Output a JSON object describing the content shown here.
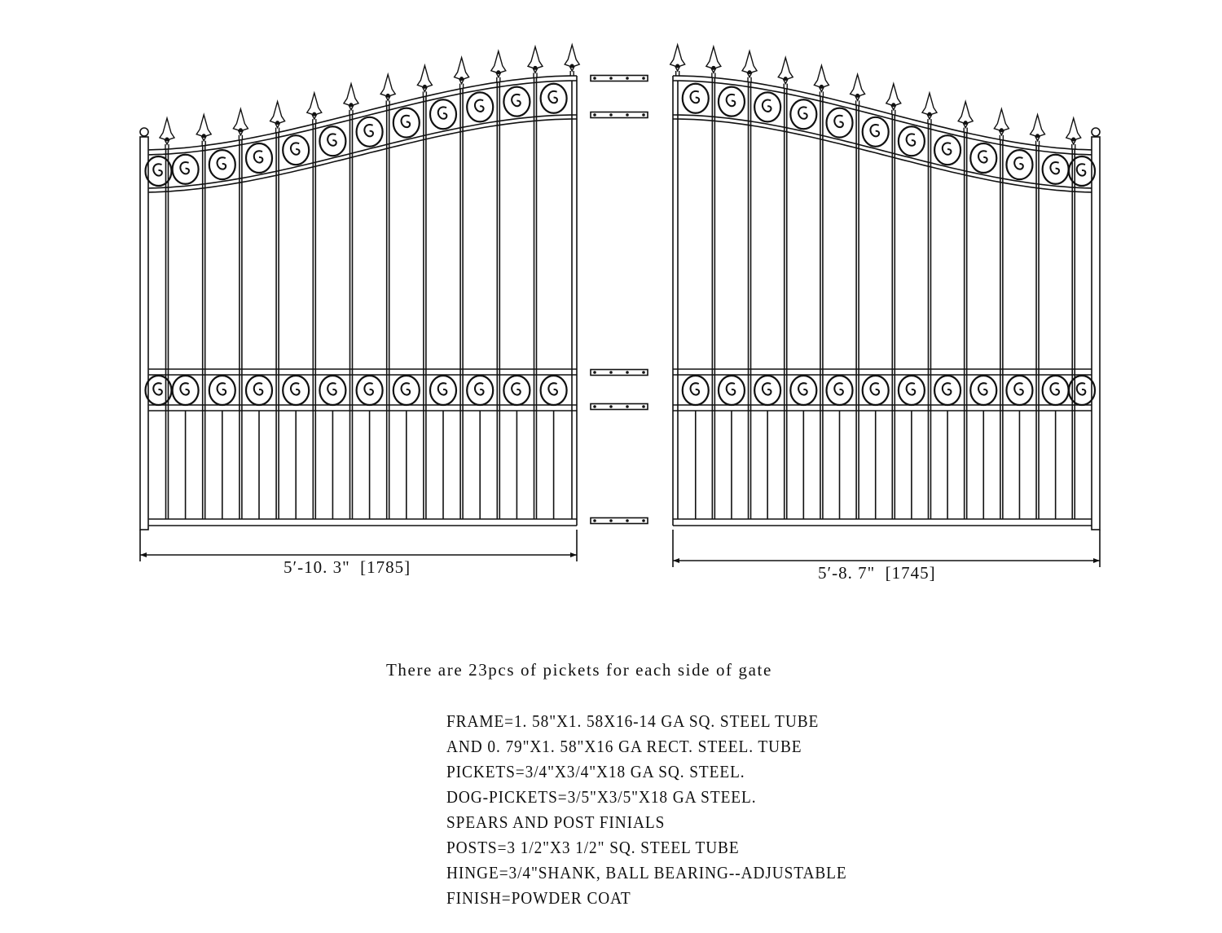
{
  "gates": {
    "left": {
      "width_label": "5′-10. 3\"  [1785]"
    },
    "right": {
      "width_label": "5′-8. 7\"  [1745]"
    }
  },
  "notes": {
    "pickets_note": "There are 23pcs of pickets for each side of gate",
    "specs": [
      "FRAME=1. 58\"X1. 58X16-14 GA SQ. STEEL TUBE",
      "AND 0. 79\"X1. 58\"X16 GA RECT. STEEL. TUBE",
      "PICKETS=3/4\"X3/4\"X18 GA SQ. STEEL.",
      "DOG-PICKETS=3/5\"X3/5\"X18 GA STEEL.",
      "SPEARS AND POST FINIALS",
      "POSTS=3 1/2\"X3 1/2\" SQ. STEEL TUBE",
      "HINGE=3/4\"SHANK, BALL BEARING--ADJUSTABLE",
      "FINISH=POWDER COAT"
    ]
  },
  "colors": {
    "line": "#111111",
    "background": "#ffffff"
  }
}
